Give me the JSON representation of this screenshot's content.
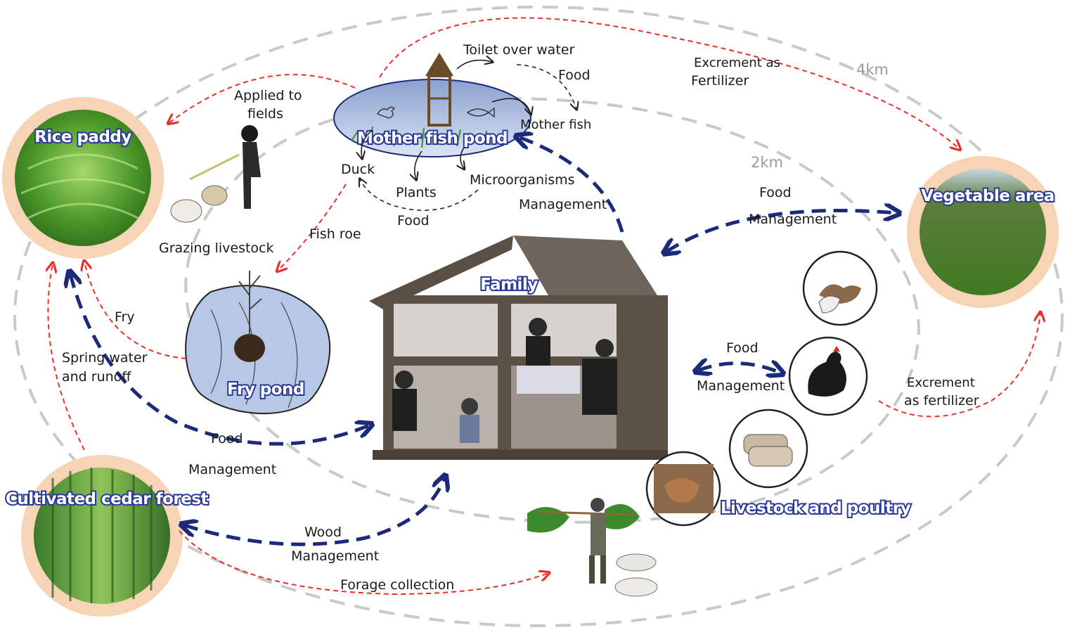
{
  "nodes": {
    "rice_paddy": "Rice paddy",
    "mother_fish_pond": "Mother fish pond",
    "vegetable_area": "Vegetable area",
    "fry_pond": "Fry pond",
    "family": "Family",
    "cedar_forest": "Cultivated cedar forest",
    "livestock": "Livestock and poultry"
  },
  "distances": {
    "outer": "4km",
    "inner": "2km"
  },
  "labels": {
    "toilet": "Toilet over water",
    "food_pond": "Food",
    "mother_fish": "Mother fish",
    "excrement_fertilizer_1": "Excrement as",
    "excrement_fertilizer_2": "Fertilizer",
    "applied_1": "Applied to",
    "applied_2": "fields",
    "duck": "Duck",
    "plants": "Plants",
    "microorganisms": "Microorganisms",
    "food_cycle": "Food",
    "management_pond": "Management",
    "grazing": "Grazing livestock",
    "fish_roe": "Fish roe",
    "fry": "Fry",
    "spring_1": "Spring water",
    "spring_2": "and runoff",
    "food_veg": "Food",
    "management_veg": "Management",
    "food_live": "Food",
    "management_live": "Management",
    "excrement_2_1": "Excrement",
    "excrement_2_2": "as fertilizer",
    "food_family": "Food",
    "management_family": "Management",
    "wood": "Wood",
    "management_wood": "Management",
    "forage": "Forage collection"
  }
}
